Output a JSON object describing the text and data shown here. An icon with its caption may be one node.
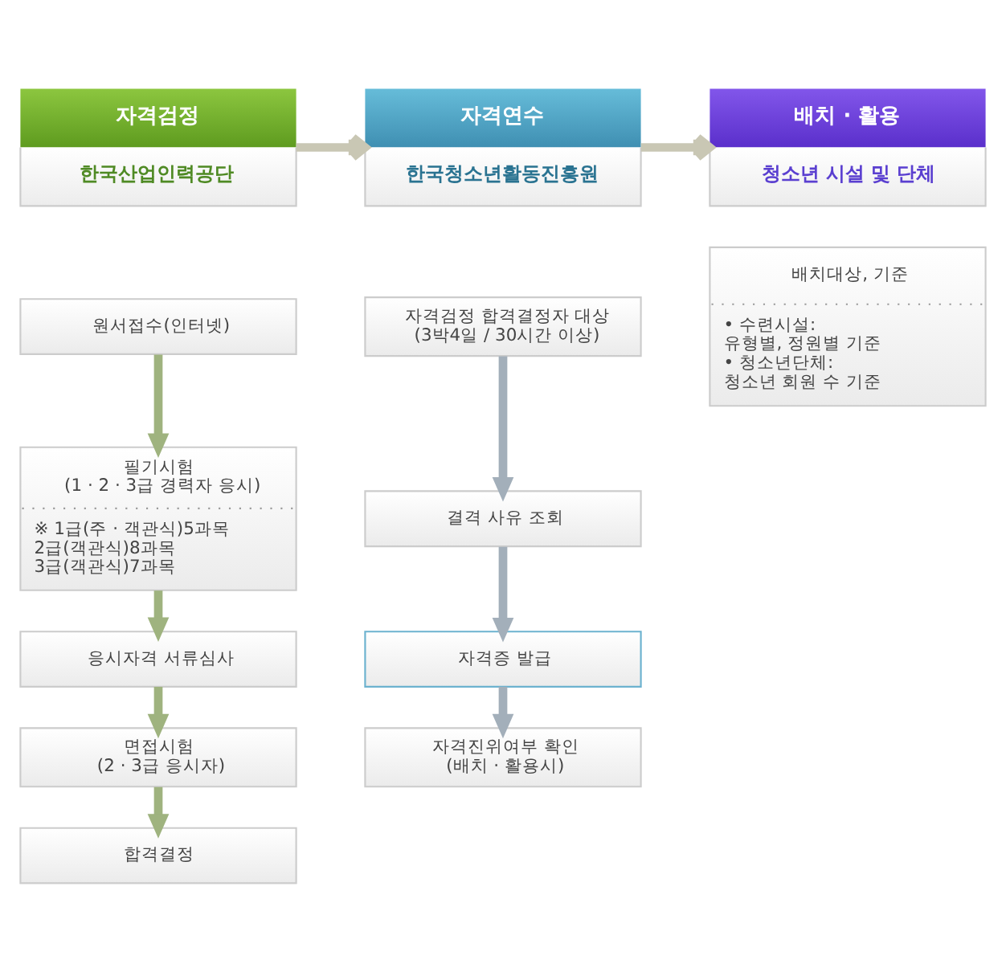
{
  "diagram": {
    "nodes": [
      {
        "text": [
          "자격검정",
          "한국산업인력공단"
        ]
      },
      {
        "text": [
          "원서접수(인터넷)"
        ]
      },
      {
        "text": [
          "필기시험 (1 · 2 · 3급 경력자 응시)",
          "※ 1급(주 · 객관식)5과목",
          "2급(객관식)8과목",
          "3급(객관식)7과목"
        ]
      },
      {
        "text": [
          "응시자격 서류심사"
        ]
      },
      {
        "text": [
          "면접시험 (2 · 3급 응시자)"
        ]
      },
      {
        "text": [
          "합격결정"
        ]
      },
      {
        "text": [
          "자격연수",
          "한국청소년활동진흥원"
        ]
      },
      {
        "text": [
          "자격검정 합격결정자 대상 (3박4일 / 30시간 이상)"
        ]
      },
      {
        "text": [
          "결격 사유 조회"
        ]
      },
      {
        "text": [
          "자격증 발급"
        ]
      },
      {
        "text": [
          "자격진위여부 확인 (배치 · 활용시)"
        ]
      },
      {
        "text": [
          "배치 · 활용",
          "청소년 시설 및 단체"
        ]
      },
      {
        "text": [
          "배치대상, 기준",
          "• 수련시설: 유형별, 정원별 기준",
          "• 청소년단체: 청소년 회원 수 기준"
        ]
      }
    ],
    "edges": [
      {
        "from": 0,
        "to": 6,
        "arrow": "to",
        "color": "#c9c7b4"
      },
      {
        "from": 6,
        "to": 11,
        "arrow": "to",
        "color": "#c9c7b4"
      },
      {
        "from": 1,
        "to": 2,
        "arrow": "to"
      },
      {
        "from": 2,
        "to": 3,
        "arrow": "to"
      },
      {
        "from": 3,
        "to": 4,
        "arrow": "to"
      },
      {
        "from": 4,
        "to": 5,
        "arrow": "to"
      },
      {
        "from": 7,
        "to": 8,
        "arrow": "to",
        "color": "#a3afba"
      },
      {
        "from": 8,
        "to": 9,
        "arrow": "to",
        "color": "#a3afba"
      },
      {
        "from": 9,
        "to": 10,
        "arrow": "to",
        "color": "#a3afba"
      }
    ]
  }
}
